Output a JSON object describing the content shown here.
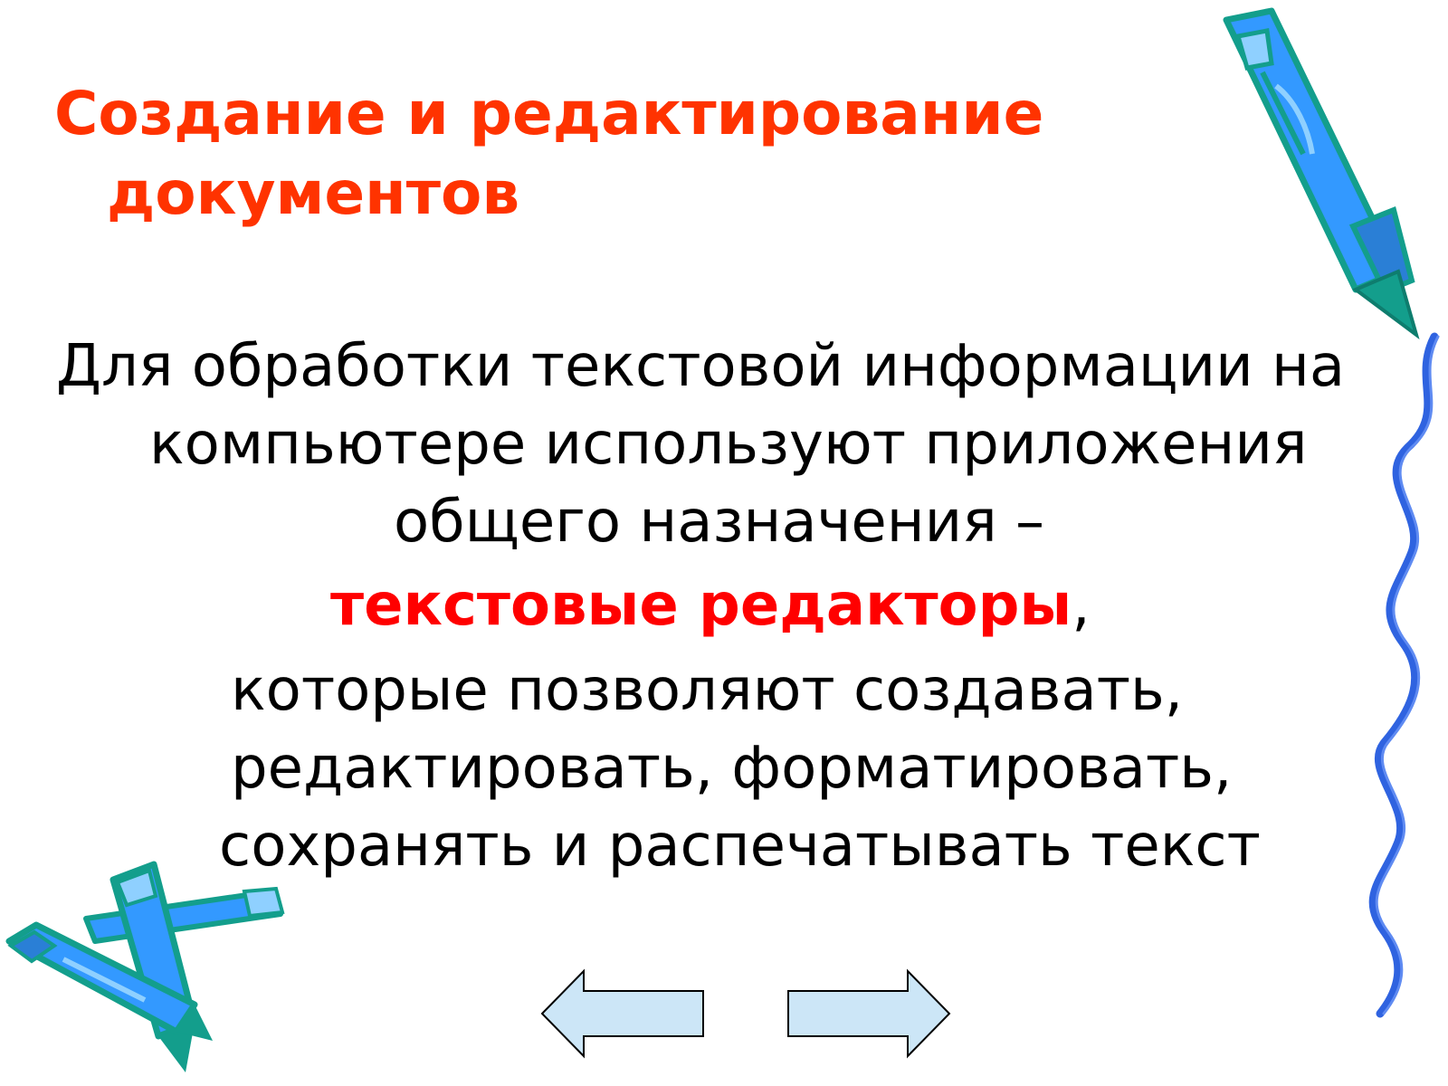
{
  "title": {
    "line1": "Создание и редактирование",
    "line2": "документов",
    "color": "#ff3300"
  },
  "body": {
    "line1": "Для обработки текстовой информации на",
    "line2": "компьютере используют приложения",
    "line3": "общего назначения –",
    "highlight": "текстовые редакторы",
    "highlight_suffix": ",",
    "line5": "которые позволяют создавать,",
    "line6": "редактировать, форматировать,",
    "line7": "сохранять и распечатывать текст",
    "highlight_color": "#ff0000"
  },
  "navigation": {
    "prev_icon": "left-arrow-icon",
    "next_icon": "right-arrow-icon",
    "arrow_fill": "#cce6f7"
  },
  "decorations": {
    "marker_icon": "marker-pen-icon",
    "wavy_line_icon": "wavy-line-icon",
    "marker_color": "#3399ff",
    "outline_color": "#139e8c"
  }
}
